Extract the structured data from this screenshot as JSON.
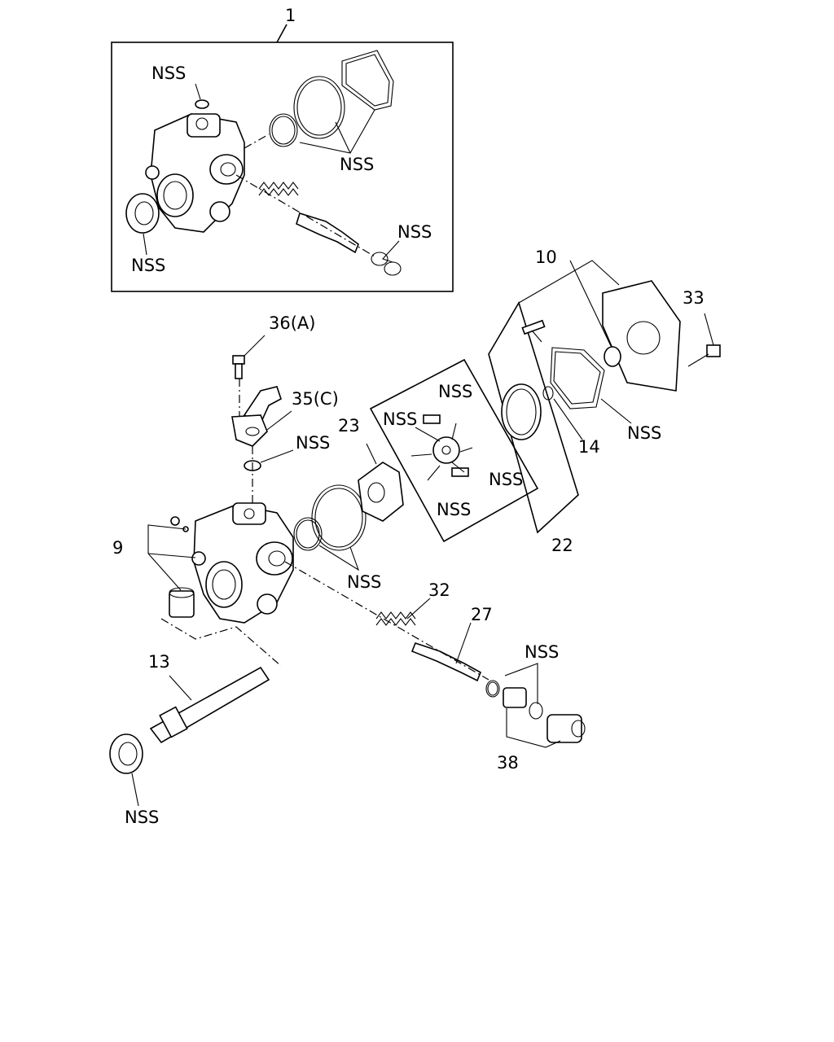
{
  "callouts": {
    "p1": "1",
    "p9": "9",
    "p10": "10",
    "p13": "13",
    "p14": "14",
    "p22": "22",
    "p23": "23",
    "p27": "27",
    "p32": "32",
    "p33": "33",
    "p35": "35(C)",
    "p36": "36(A)",
    "p38": "38"
  },
  "nss_label": "NSS"
}
